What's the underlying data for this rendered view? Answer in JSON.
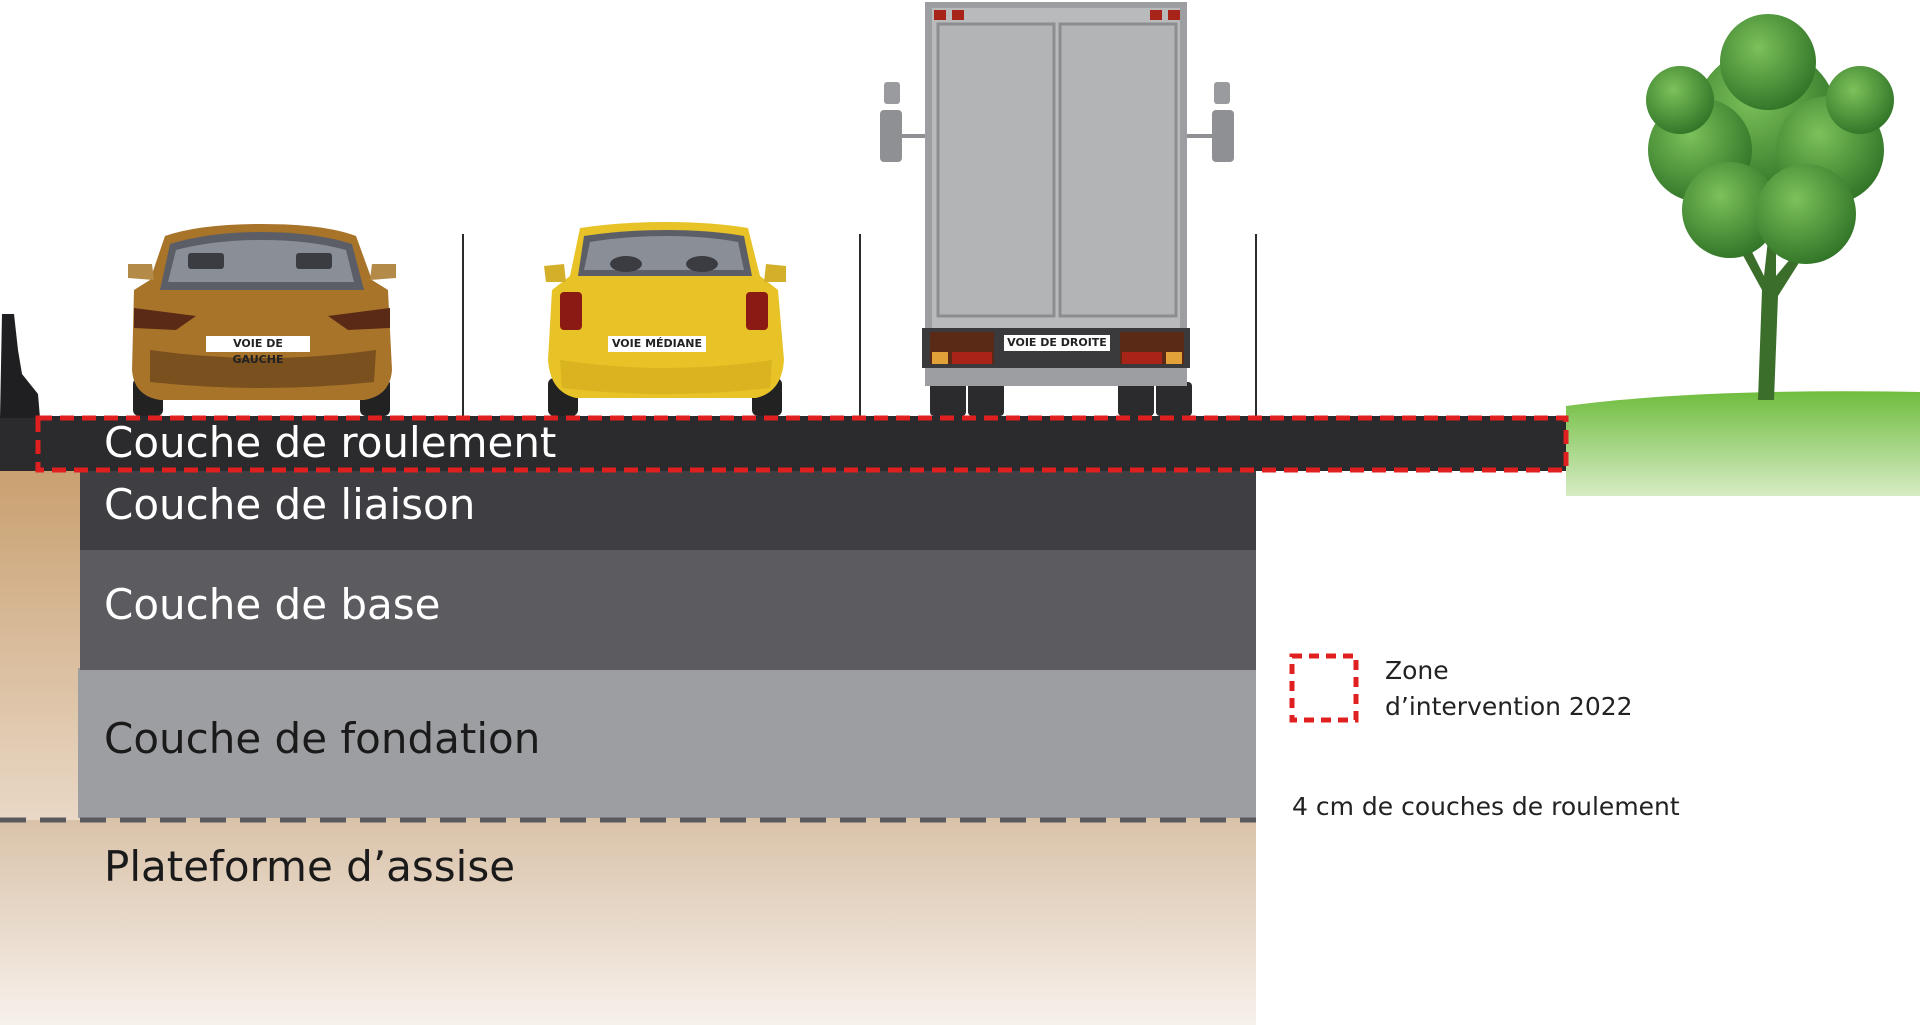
{
  "layers": {
    "wearing_course": "Couche de roulement",
    "binder_course": "Couche de liaison",
    "base_course": "Couche de base",
    "foundation_course": "Couche de fondation",
    "subgrade": "Plateforme d’assise"
  },
  "vehicles": {
    "left_lane": "VOIE DE GAUCHE",
    "middle_lane": "VOIE MÉDIANE",
    "right_lane": "VOIE DE DROITE"
  },
  "legend": {
    "zone_line1": "Zone",
    "zone_line2": "d’intervention 2022",
    "note": "4 cm de couches de roulement"
  },
  "colors": {
    "zone_outline": "#e02020",
    "asphalt": "#2b2a2c",
    "binder": "#3f3e42",
    "base": "#5b5b60",
    "foundation": "#9d9ea2",
    "grass": "#7bc24e",
    "car_left": "#a8742a",
    "car_middle": "#e7c327",
    "truck": "#b9babc",
    "tree": "#3f8a2e"
  }
}
